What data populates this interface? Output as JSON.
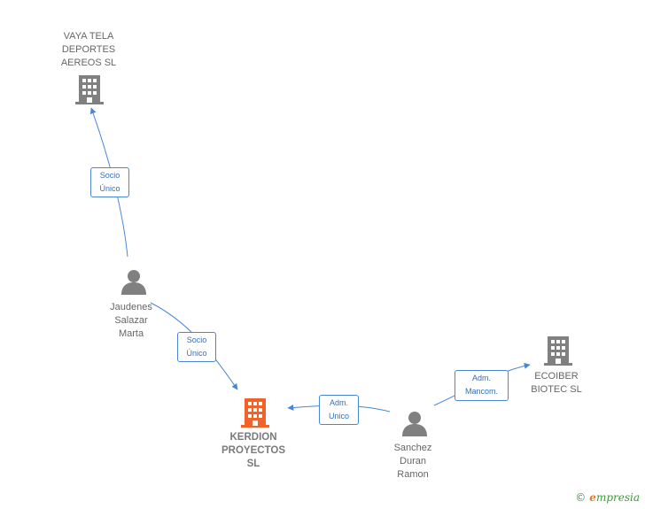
{
  "nodes": {
    "vaya_tela": {
      "label": "VAYA TELA\nDEPORTES\nAEREOS  SL",
      "kind": "company",
      "color": "#808080"
    },
    "jaudenes": {
      "label": "Jaudenes\nSalazar\nMarta",
      "kind": "person",
      "color": "#808080"
    },
    "kerdion": {
      "label": "KERDION\nPROYECTOS\nSL",
      "kind": "company",
      "color": "#f0642a"
    },
    "sanchez": {
      "label": "Sanchez\nDuran\nRamon",
      "kind": "person",
      "color": "#808080"
    },
    "ecoiber": {
      "label": "ECOIBER\nBIOTEC  SL",
      "kind": "company",
      "color": "#808080"
    }
  },
  "edges": {
    "socio_unico_1": {
      "label": "Socio\nÚnico",
      "from": "jaudenes",
      "to": "vaya_tela"
    },
    "socio_unico_2": {
      "label": "Socio\nÚnico",
      "from": "jaudenes",
      "to": "kerdion"
    },
    "adm_unico": {
      "label": "Adm.\nUnico",
      "from": "sanchez",
      "to": "kerdion"
    },
    "adm_mancom": {
      "label": "Adm.\nMancom.",
      "from": "sanchez",
      "to": "ecoiber"
    }
  },
  "colors": {
    "edge": "#4a86d6",
    "icon": "#808080",
    "focus": "#f0642a"
  },
  "brand": {
    "copyright": "©",
    "name_initial": "e",
    "name_rest": "mpresia"
  }
}
